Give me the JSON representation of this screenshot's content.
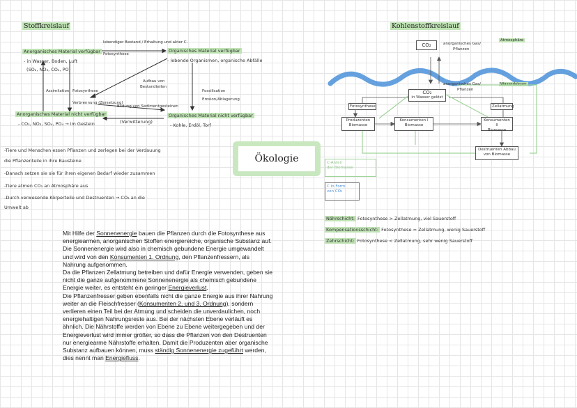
{
  "left": {
    "title": "Stoffkreislauf",
    "nodes": {
      "anorg_top": "Anorganisches Material verfügbar",
      "anorg_top_sub1": "- in Wasser, Boden, Luft",
      "anorg_top_sub2": "(SO₂, NO₃, CO₂, PO)",
      "org_top": "Organisches Material verfügbar",
      "org_top_sub": "- lebende Organismen, organische Abfälle",
      "anorg_bottom": "Anorganisches Material nicht verfügbar",
      "anorg_bottom_sub": "- CO₂, NO₃, SO₄, PO₄ → im Gestein",
      "org_bottom": "Organisches Material nicht verfügbar",
      "org_bottom_sub": "- Kohle, Erdöl, Torf"
    },
    "labels": {
      "top_arrow": "lebendiger Bestand / Erhaltung und akter C.",
      "top_arrow2": "Fotosynthese",
      "diag1": "Aufbau von",
      "diag2": "Bestandteilen",
      "assimilation": "Assimilation",
      "photosynthese": "Fotosynthese",
      "fossilisation": "Fossilisation",
      "erosion": "Erosion/Ablagerung",
      "verbrennung": "Verbrennung (Zersetzung)",
      "bildung": "Bildung von Sedimentgesteinen",
      "verwitterung": "(Verwitterung)"
    },
    "notes": [
      "-Tiere und Menschen essen Pflanzen und zerlegen bei der Verdauung",
      "die Pflanzenteile in ihre Bausteine",
      "-Danach setzen sie sie für ihren eigenen Bedarf wieder zusammen",
      "-Tiere atmen CO₂ an Atmosphäre aus",
      "-Durch verwesende Körperteile und Destruenten → CO₂ an die",
      "Umwelt ab"
    ]
  },
  "center": {
    "title": "Ökologie"
  },
  "right": {
    "title": "Kohlenstoffkreislauf",
    "atmosphaere": "Atmosphäre",
    "co2_top": "CO₂",
    "co2_top_note": "anorganisches Gas/",
    "co2_top_note2": "Pflanzen",
    "wasserkoerper": "Wasserkörper",
    "co2_water": "CO₂",
    "co2_water_sub": "in Wasser gelöst",
    "co2_water_note": "anorganisches Gas/",
    "co2_water_note2": "Pflanzen",
    "fotosynthese": "Fotosynthese",
    "zellatmung": "Zellatmung",
    "produzenten": "Produzenten",
    "produzenten_sub": "Biomasse",
    "konsumenten1": "Konsumenten I",
    "konsumenten1_sub": "Biomasse",
    "konsumenten2": "Konsumenten II",
    "konsumenten2_sub": "Biomasse",
    "destruenten": "Destruenten Abbau",
    "destruenten_sub": "von Biomasse",
    "legend1": "C-Anteil",
    "legend1b": "der Biomasse",
    "legend2": "C in Form",
    "legend2b": "von CO₂",
    "layers": [
      {
        "name": "Nährschicht:",
        "text": "Fotosynthese > Zellatmung, viel Sauerstoff"
      },
      {
        "name": "Kompensationsschicht:",
        "text": "Fotosynthese = Zellatmung, wenig Sauerstoff"
      },
      {
        "name": "Zehrschicht:",
        "text": "Fotosynthese < Zellatmung, sehr wenig Sauerstoff"
      }
    ]
  },
  "paragraph": {
    "s1": "Mit Hilfe der ",
    "u1": "Sonnenenergie",
    "s2": " bauen die Pflanzen durch die Fotosynthese aus energiearmen, anorganischen Stoffen energiereiche, organische Substanz auf. Die Sonnenenergie wird also in chemisch gebundene Energie umgewandelt und wird von den ",
    "u2": "Konsumenten 1. Ordnung",
    "s3": ", den Pflanzenfressern, als Nahrung aufgenommen.",
    "s4": "Da die Pflanzen Zellatmung betreiben und dafür Energie verwenden, geben sie nicht die ganze aufgenommene Sonnenenergie als chemisch gebundene Energie weiter, es entsteht ein geringer ",
    "u3": "Energieverlust",
    "s5": ".",
    "s6": "Die Pflanzenfresser geben ebenfalls nicht die ganze Energie aus ihrer Nahrung weiter an die Fleischfresser (",
    "u4": "Konsumenten 2. und 3. Ordnung",
    "s7": "), sondern verlieren einen Teil bei der Atmung und scheiden die unverdaulichen, noch energiehaltigen Nahrungsreste aus. Bei der nächsten Ebene verläuft es ähnlich. Die Nährstoffe werden von Ebene zu Ebene weitergegeben und der Energieverlust wird immer größer, so dass die Pflanzen von den Destruenten nur energiearme Nährstoffe erhalten. Damit die Produzenten aber organische Substanz aufbauen können, muss ",
    "u5": "ständig Sonnenenergie zugeführt",
    "s8": " werden, dies nennt man ",
    "u6": "Energiefluss",
    "s9": "."
  },
  "colors": {
    "highlight": "#bfe3b4",
    "water": "#4a90d9",
    "arrow_green": "#9fd49a"
  }
}
